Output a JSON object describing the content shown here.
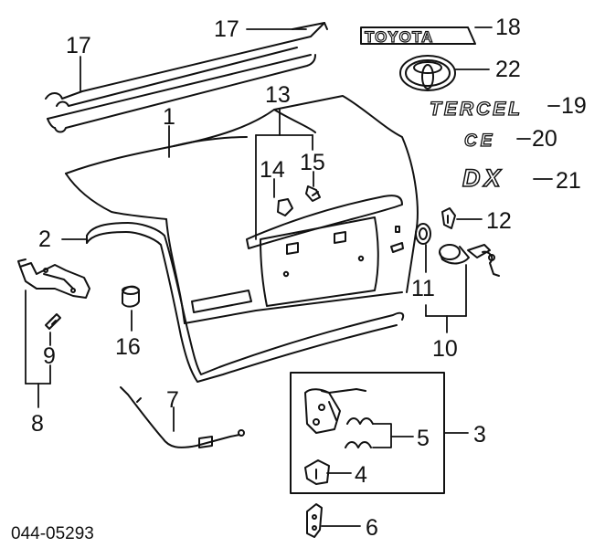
{
  "diagram_code": "044-05293",
  "emblems": {
    "toyota_word": "TOYOTA",
    "tercel_word": "TERCEL",
    "ce_word": "CE",
    "dx_word": "DX"
  },
  "callouts": {
    "n1": "1",
    "n2": "2",
    "n3": "3",
    "n4": "4",
    "n5": "5",
    "n6": "6",
    "n7": "7",
    "n8": "8",
    "n9": "9",
    "n10": "10",
    "n11": "11",
    "n12": "12",
    "n13": "13",
    "n14": "14",
    "n15": "15",
    "n16": "16",
    "n17a": "17",
    "n17b": "17",
    "n18": "18",
    "n19": "19",
    "n20": "20",
    "n21": "21",
    "n22": "22"
  },
  "colors": {
    "line": "#111111",
    "background": "#ffffff"
  }
}
